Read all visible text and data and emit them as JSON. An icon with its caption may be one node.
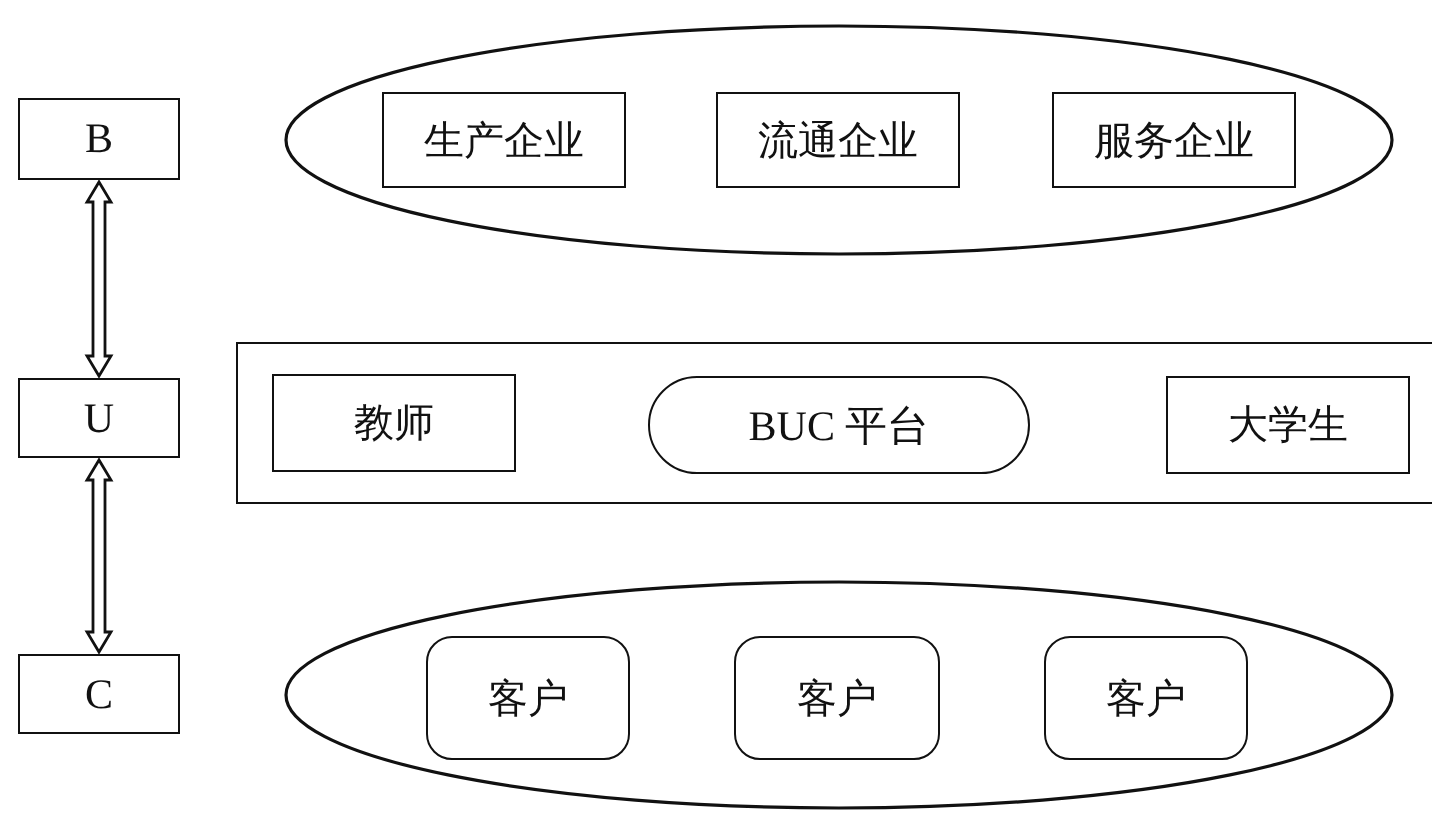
{
  "diagram": {
    "nodes": [
      {
        "text": [
          "B"
        ]
      },
      {
        "text": [
          "U"
        ]
      },
      {
        "text": [
          "C"
        ]
      },
      {
        "text": [],
        "shape": "ellipse"
      },
      {
        "text": [
          "生产企业"
        ],
        "in": 3
      },
      {
        "text": [
          "流通企业"
        ],
        "in": 3
      },
      {
        "text": [
          "服务企业"
        ],
        "in": 3
      },
      {
        "text": [],
        "shape": "box"
      },
      {
        "text": [
          "教师"
        ],
        "in": 7
      },
      {
        "text": [
          "BUC 平台"
        ],
        "in": 7
      },
      {
        "text": [
          "大学生"
        ],
        "in": 7
      },
      {
        "text": [],
        "shape": "ellipse"
      },
      {
        "text": [
          "客户"
        ],
        "in": 11
      },
      {
        "text": [
          "客户"
        ],
        "in": 11
      },
      {
        "text": [
          "客户"
        ],
        "in": 11
      }
    ],
    "edges": [
      {
        "from": 0,
        "to": 1,
        "arrow": "both"
      },
      {
        "from": 1,
        "to": 2,
        "arrow": "both"
      }
    ]
  }
}
